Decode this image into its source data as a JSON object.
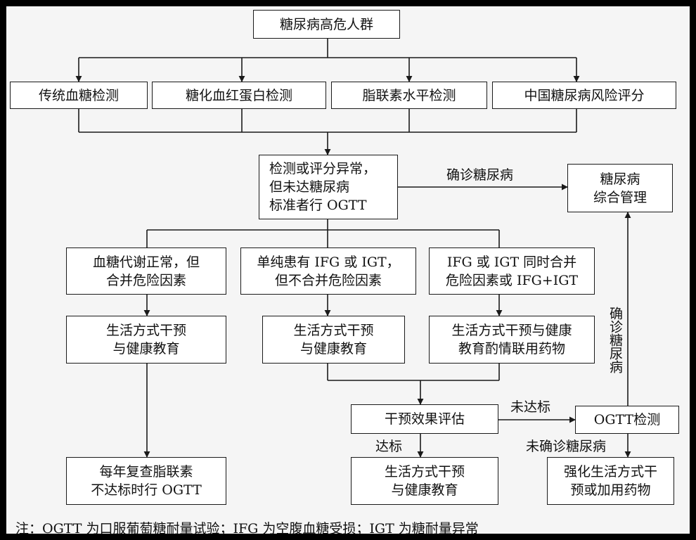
{
  "nodes": {
    "root": "糖尿病高危人群",
    "traditional": "传统血糖检测",
    "hba1c": "糖化血红蛋白检测",
    "adiponectin": "脂联素水平检测",
    "risk_score": "中国糖尿病风险评分",
    "abnormal": "检测或评分异常，\n但未达糖尿病\n标准者行 OGTT",
    "management": "糖尿病\n综合管理",
    "normal_risk": "血糖代谢正常，但\n合并危险因素",
    "ifg_only": "单纯患有 IFG 或 IGT，\n但不合并危险因素",
    "ifg_risk": "IFG 或 IGT 同时合并\n危险因素或 IFG+IGT",
    "life1": "生活方式干预\n与健康教育",
    "life2": "生活方式干预\n与健康教育",
    "life_drug": "生活方式干预与健康\n教育酌情联用药物",
    "evaluate": "干预效果评估",
    "ogtt": "OGTT检测",
    "annual": "每年复查脂联素\n不达标时行 OGTT",
    "life3": "生活方式干预\n与健康教育",
    "intensify": "强化生活方式干\n预或加用药物"
  },
  "labels": {
    "confirmed": "确诊糖尿病",
    "not_met": "未达标",
    "met": "达标",
    "not_confirmed": "未确诊糖尿病",
    "confirmed_vertical": "确诊糖尿病"
  },
  "footnote": "注：OGTT 为口服葡萄糖耐量试验；IFG 为空腹血糖受损；IGT 为糖耐量异常",
  "colors": {
    "background": "#f5f5f5",
    "border": "#000000",
    "line": "#1a1a1a"
  }
}
